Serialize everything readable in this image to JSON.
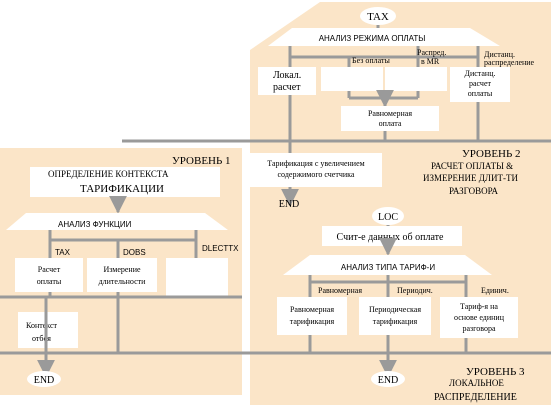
{
  "colors": {
    "panel": "#fbe5c8",
    "box": "#ffffff",
    "line": "#9a9a9a"
  },
  "level1": {
    "title": "УРОВЕНЬ 1",
    "context_line1": "ОПРЕДЕЛЕНИЕ КОНТЕКСТА",
    "context_line2": "ТАРИФИКАЦИИ",
    "function_analysis": "АНАЛИЗ ФУНКЦИИ",
    "branch_tax": "TAX",
    "branch_dobs": "DOBS",
    "branch_dlecttx": "DLECTTX",
    "calc_line1": "Расчет",
    "calc_line2": "оплаты",
    "measure_line1": "Измерение",
    "measure_line2": "длительности",
    "context_call_line1": "Контекст",
    "context_call_line2": "отбоя",
    "end": "END"
  },
  "level2": {
    "title_line1": "УРОВЕНЬ  2",
    "title_line2": "РАСЧЕТ ОПЛАТЫ &",
    "title_line3": "ИЗМЕРЕНИЕ ДЛИТ-ТИ",
    "title_line4": "РАЗГОВОРА",
    "start": "TAX",
    "mode_analysis": "АНАЛИЗ  РЕЖИМА  ОПЛАТЫ",
    "branch_free": "Без оплаты",
    "branch_mr_line1": "Распред.",
    "branch_mr_line2": "в MR",
    "branch_remote_line1": "Дистанц.",
    "branch_remote_line2": "распределение",
    "local_line1": "Локал.",
    "local_line2": "расчет",
    "remote_calc_line1": "Дистанц.",
    "remote_calc_line2": "расчет",
    "remote_calc_line3": "оплаты",
    "uniform_line1": "Равномерная",
    "uniform_line2": "оплата",
    "counter_line1": "Тарификация с увеличением",
    "counter_line2": "содержимого счетчика",
    "end": "END"
  },
  "level3": {
    "title_line1": "УРОВЕНЬ 3",
    "title_line2": "ЛОКАЛЬНОЕ",
    "title_line3": "РАСПРЕДЕЛЕНИЕ",
    "start": "LOC",
    "read_data": "Счит-е данных об оплате",
    "type_analysis": "АНАЛИЗ ТИПА ТАРИФ-И",
    "branch_uniform": "Равномерная",
    "branch_periodic": "Периодич.",
    "branch_unit": "Единич.",
    "uniform_line1": "Равномерная",
    "uniform_line2": "тарификация",
    "periodic_line1": "Периодическая",
    "periodic_line2": "тарификация",
    "unit_line1": "Тариф-я на",
    "unit_line2": "основе  единиц",
    "unit_line3": "разговора",
    "end": "END"
  }
}
